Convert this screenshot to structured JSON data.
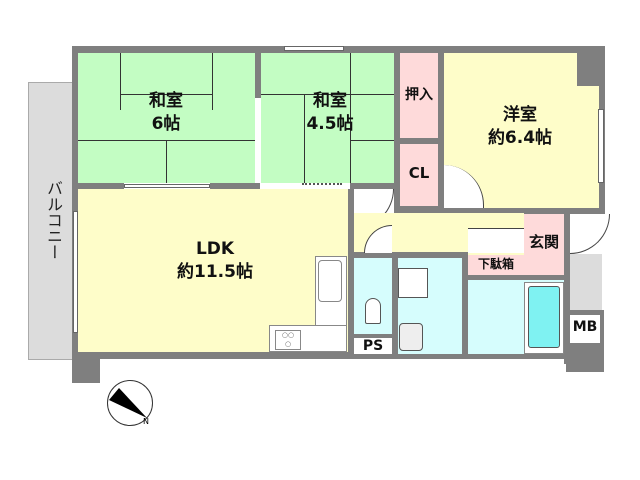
{
  "floorplan": {
    "rooms": {
      "washitsu_6": {
        "name": "和室",
        "size": "6帖",
        "color": "#c3fdc3"
      },
      "washitsu_45": {
        "name": "和室",
        "size": "4.5帖",
        "color": "#c3fdc3"
      },
      "oshiire": {
        "name": "押入",
        "color": "#fedada"
      },
      "closet": {
        "name": "CL",
        "color": "#fedada"
      },
      "youshitsu": {
        "name": "洋室",
        "size": "約6.4帖",
        "color": "#fefdc9"
      },
      "ldk": {
        "name": "LDK",
        "size": "約11.5帖",
        "color": "#fefdc9"
      },
      "genkan": {
        "name": "玄関",
        "color": "#fedada"
      },
      "getabako": {
        "name": "下駄箱",
        "color": "#fedada"
      },
      "ps": {
        "name": "PS"
      },
      "mb": {
        "name": "MB"
      },
      "balcony": {
        "name": "バルコニー",
        "color": "#dcdcdc"
      }
    },
    "fixtures": [
      "kitchen-sink",
      "stove",
      "toilet",
      "washbasin",
      "washing-machine-pan",
      "bathtub"
    ],
    "compass": {
      "direction": "N"
    },
    "colors": {
      "wall": "#7f7f7f",
      "tatami": "#c3fdc3",
      "floor": "#fefdc9",
      "storage": "#fedada",
      "wet": "#d6fdfd"
    }
  }
}
